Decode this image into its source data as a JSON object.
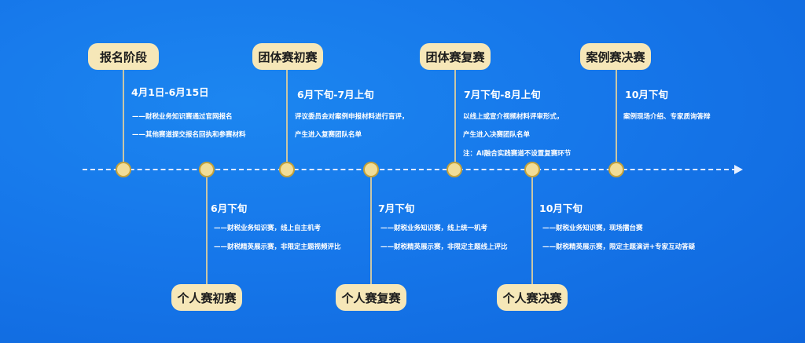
{
  "colors": {
    "background": "#1677ea",
    "label_box": "#f6e7b8",
    "node": "#f1dd98"
  },
  "top": [
    {
      "label": "报名阶段",
      "date": "4月1日-6月15日",
      "lines": [
        "——财税业务知识赛通过官网报名",
        "——其他赛道提交报名回执和参赛材料"
      ]
    },
    {
      "label": "团体赛初赛",
      "date": "6月下旬-7月上旬",
      "lines": [
        "评议委员会对案例申报材料进行盲评，",
        "产生进入复赛团队名单"
      ]
    },
    {
      "label": "团体赛复赛",
      "date": "7月下旬-8月上旬",
      "lines": [
        "以线上或宣介视频材料评审形式，",
        "产生进入决赛团队名单",
        "注：AI融合实践赛道不设置复赛环节"
      ]
    },
    {
      "label": "案例赛决赛",
      "date": "10月下旬",
      "lines": [
        "案例现场介绍、专家质询答辩"
      ]
    }
  ],
  "bottom": [
    {
      "label": "个人赛初赛",
      "date": "6月下旬",
      "lines": [
        "——财税业务知识赛，线上自主机考",
        "——财税精英展示赛，非限定主题视频评比"
      ]
    },
    {
      "label": "个人赛复赛",
      "date": "7月下旬",
      "lines": [
        "——财税业务知识赛，线上统一机考",
        "——财税精英展示赛，非限定主题线上评比"
      ]
    },
    {
      "label": "个人赛决赛",
      "date": "10月下旬",
      "lines": [
        "——财税业务知识赛，现场擂台赛",
        "——财税精英展示赛，限定主题演讲+专家互动答疑"
      ]
    }
  ]
}
